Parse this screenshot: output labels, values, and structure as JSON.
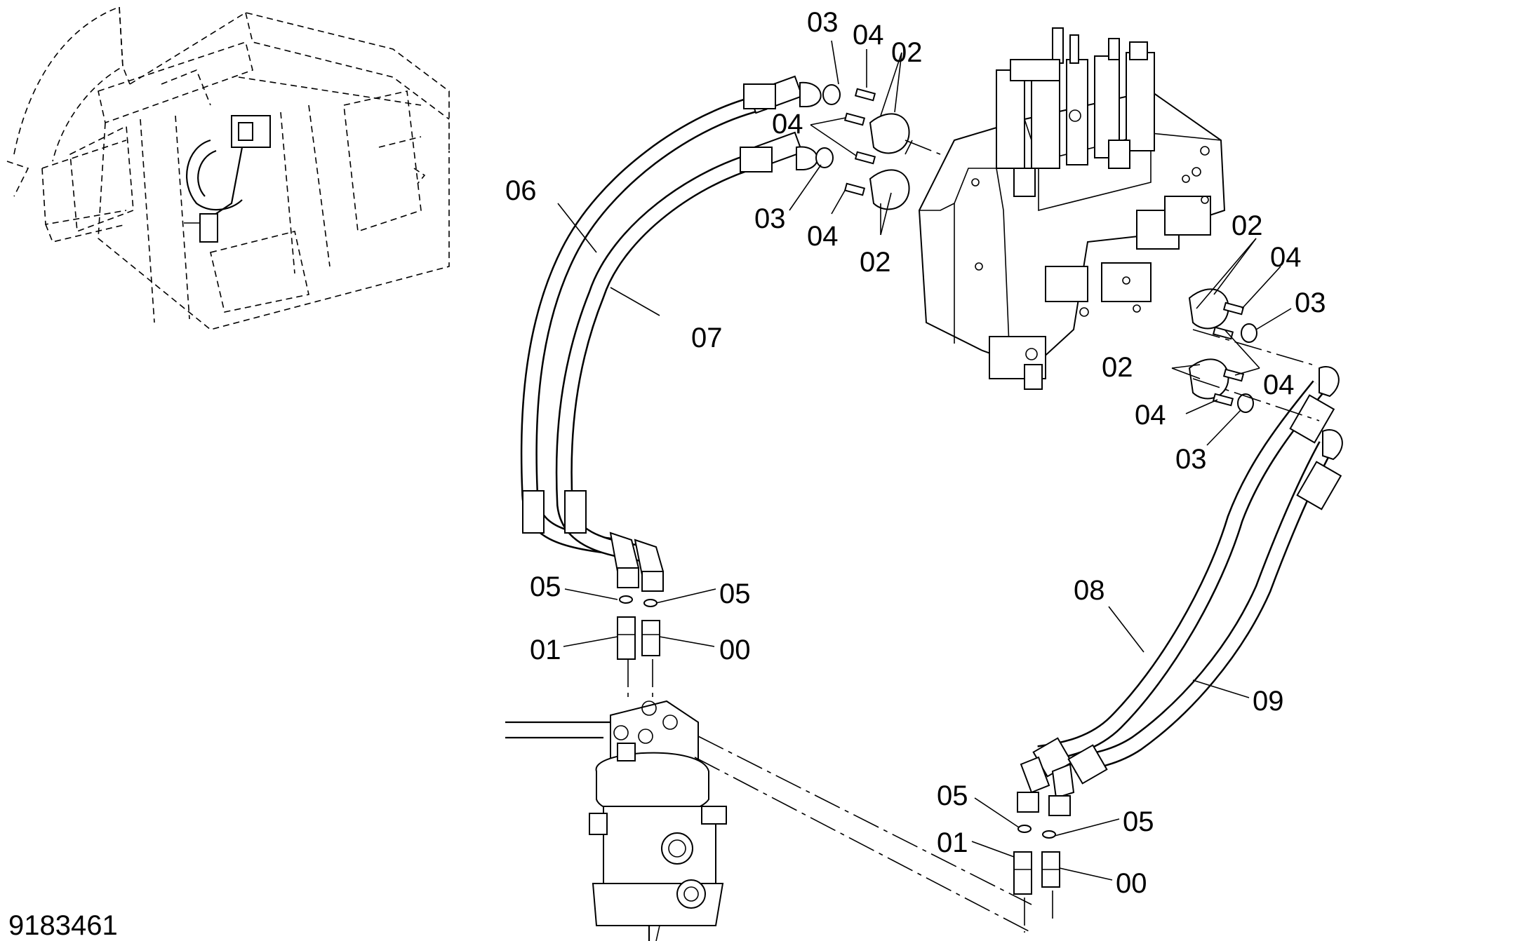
{
  "callouts": {
    "c03_top": "03",
    "c04_top": "04",
    "c02_top": "02",
    "c04_mid": "04",
    "c06": "06",
    "c03_mid": "03",
    "c04_lower": "04",
    "c02_lower": "02",
    "c07": "07",
    "c02_right": "02",
    "c04_right": "04",
    "c03_right": "03",
    "c02_right2": "02",
    "c04_right2": "04",
    "c04_right3": "04",
    "c03_right3": "03",
    "c05_left": "05",
    "c05_right": "05",
    "c01_left": "01",
    "c00_left": "00",
    "c08": "08",
    "c09": "09",
    "c05_bottom_left": "05",
    "c05_bottom_right": "05",
    "c01_bottom": "01",
    "c00_bottom": "00"
  },
  "drawing_number": "9183461"
}
